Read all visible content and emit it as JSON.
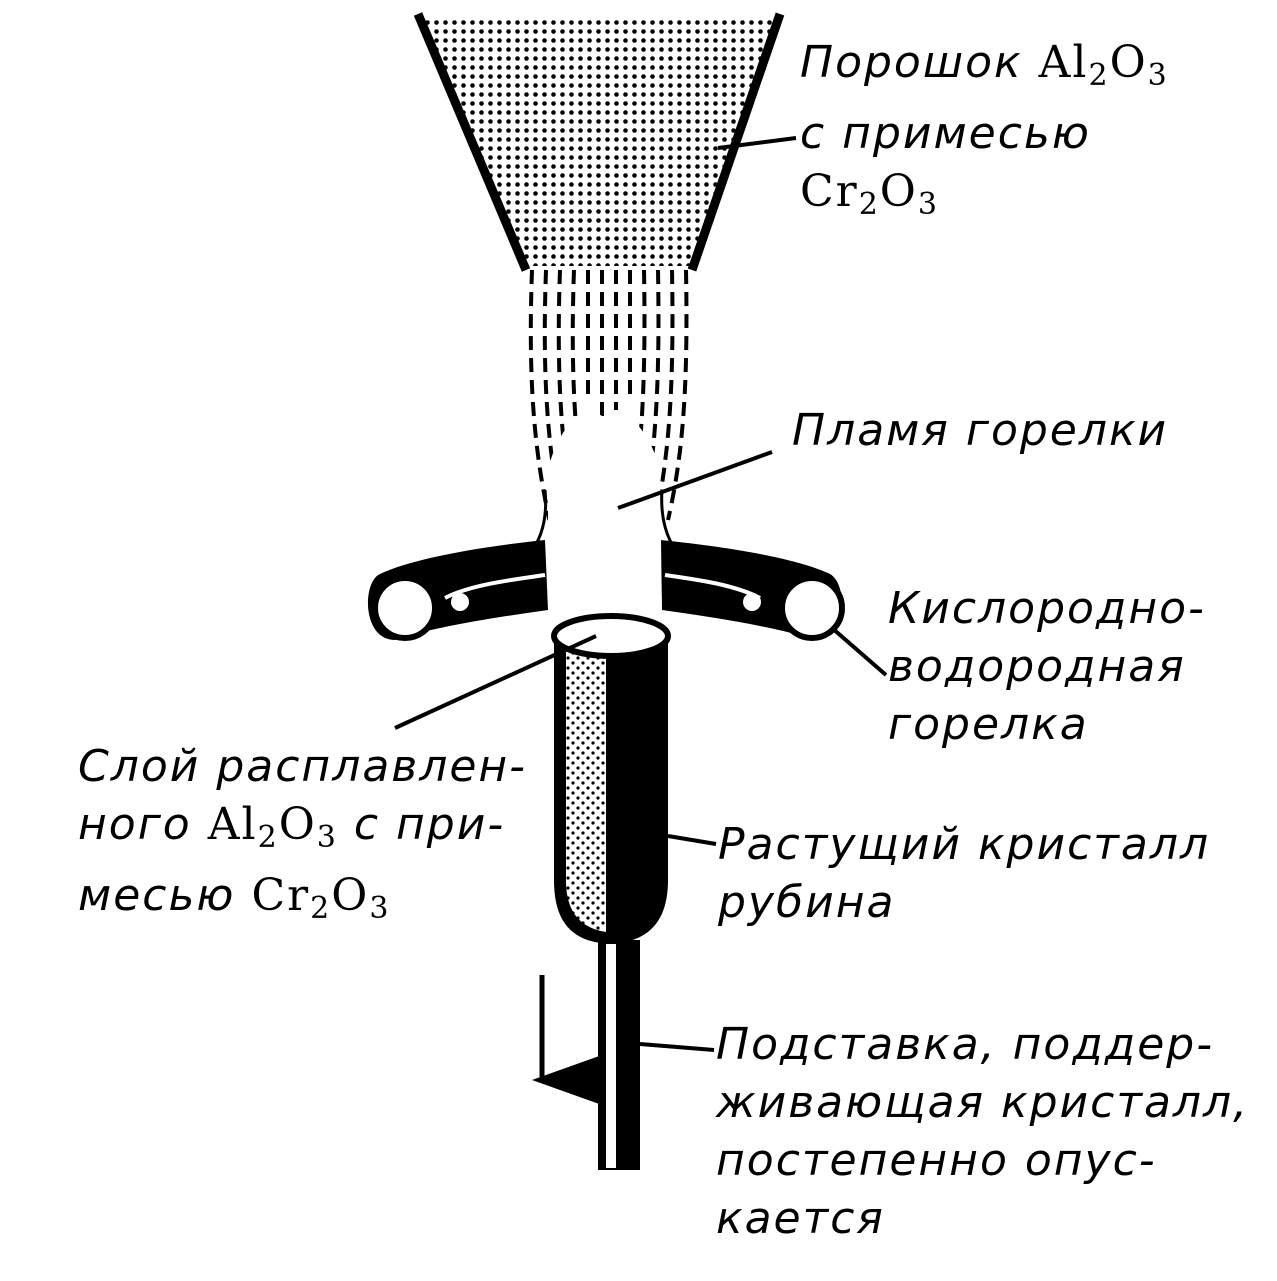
{
  "labels": {
    "powder": {
      "line1_text": "Порошок",
      "line1_formula": {
        "a": "Al",
        "a_sub": "2",
        "b": "O",
        "b_sub": "3"
      },
      "line2": "с примесью",
      "line3_formula": {
        "a": "Cr",
        "a_sub": "2",
        "b": "O",
        "b_sub": "3"
      }
    },
    "flame": "Пламя горелки",
    "burner": {
      "line1": "Кислородно-",
      "line2": "водородная",
      "line3": "горелка"
    },
    "molten_layer": {
      "line1": "Слой расплавлен-",
      "line2_text_a": "ного",
      "line2_formula": {
        "a": "Al",
        "a_sub": "2",
        "b": "O",
        "b_sub": "3"
      },
      "line2_text_b": "с при-",
      "line3_text": "месью",
      "line3_formula": {
        "a": "Cr",
        "a_sub": "2",
        "b": "O",
        "b_sub": "3"
      }
    },
    "crystal": {
      "line1": "Растущий кристалл",
      "line2": "рубина"
    },
    "support": {
      "line1": "Подставка, поддер-",
      "line2": "живающая кристалл,",
      "line3": "постепенно опус-",
      "line4": "кается"
    }
  },
  "colors": {
    "ink": "#000000",
    "paper": "#ffffff"
  }
}
